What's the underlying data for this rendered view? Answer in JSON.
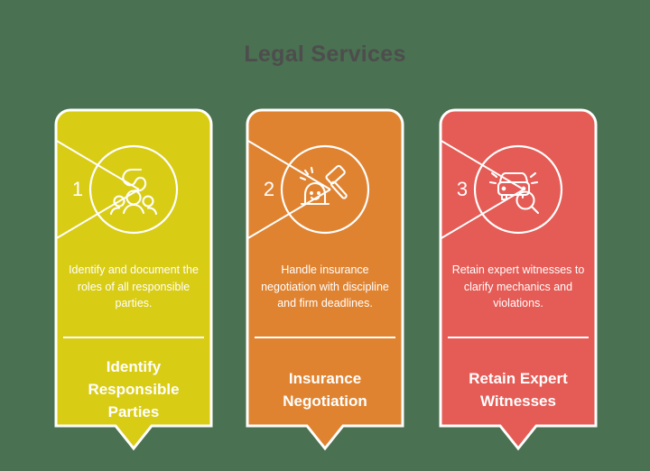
{
  "page": {
    "title": "Legal Services",
    "background_color": "#4a7151",
    "title_color": "#4d4d4d"
  },
  "cards": [
    {
      "number": "1",
      "color": "#d9cc15",
      "icon": "group-people-icon",
      "body": "Identify and document the roles of all responsible parties.",
      "heading": "Identify Responsible Parties"
    },
    {
      "number": "2",
      "color": "#e08330",
      "icon": "gavel-icon",
      "body": "Handle insurance negotiation with discipline and firm deadlines.",
      "heading": "Insurance Negotiation"
    },
    {
      "number": "3",
      "color": "#e55b55",
      "icon": "car-search-icon",
      "body": "Retain expert witnesses to clarify mechanics and violations.",
      "heading": "Retain Expert Witnesses"
    }
  ]
}
